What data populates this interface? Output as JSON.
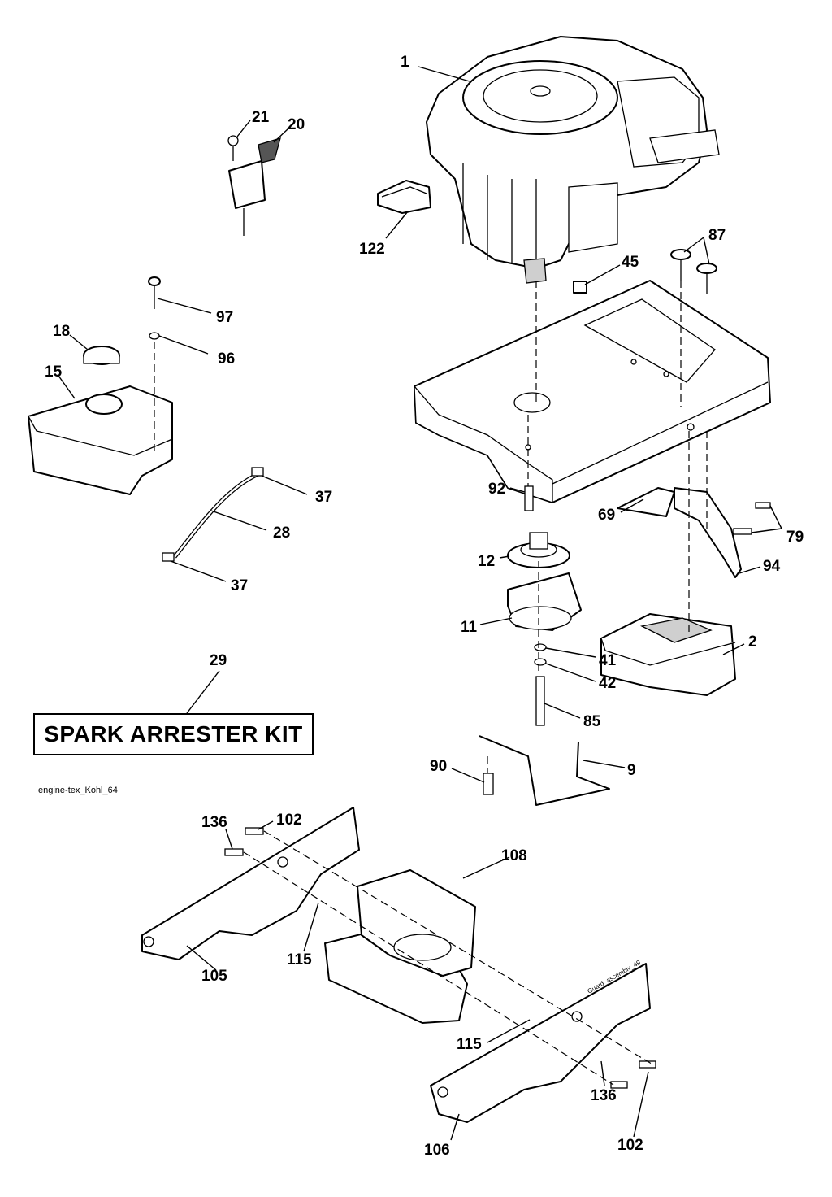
{
  "diagram": {
    "code_label": "engine-tex_Kohl_64",
    "guard_code_label": "Guard_assembly_49",
    "kit_box_text": "SPARK ARRESTER KIT",
    "callouts": {
      "p1": "1",
      "p21": "21",
      "p20": "20",
      "p122": "122",
      "p87": "87",
      "p45": "45",
      "p97": "97",
      "p18": "18",
      "p96": "96",
      "p15": "15",
      "p37a": "37",
      "p28": "28",
      "p37b": "37",
      "p92": "92",
      "p69": "69",
      "p79": "79",
      "p12": "12",
      "p94": "94",
      "p11": "11",
      "p2": "2",
      "p41": "41",
      "p42": "42",
      "p29": "29",
      "p85": "85",
      "p90": "90",
      "p9": "9",
      "p136a": "136",
      "p102a": "102",
      "p108": "108",
      "p115a": "115",
      "p105": "105",
      "p115b": "115",
      "p136b": "136",
      "p106": "106",
      "p102b": "102"
    }
  }
}
